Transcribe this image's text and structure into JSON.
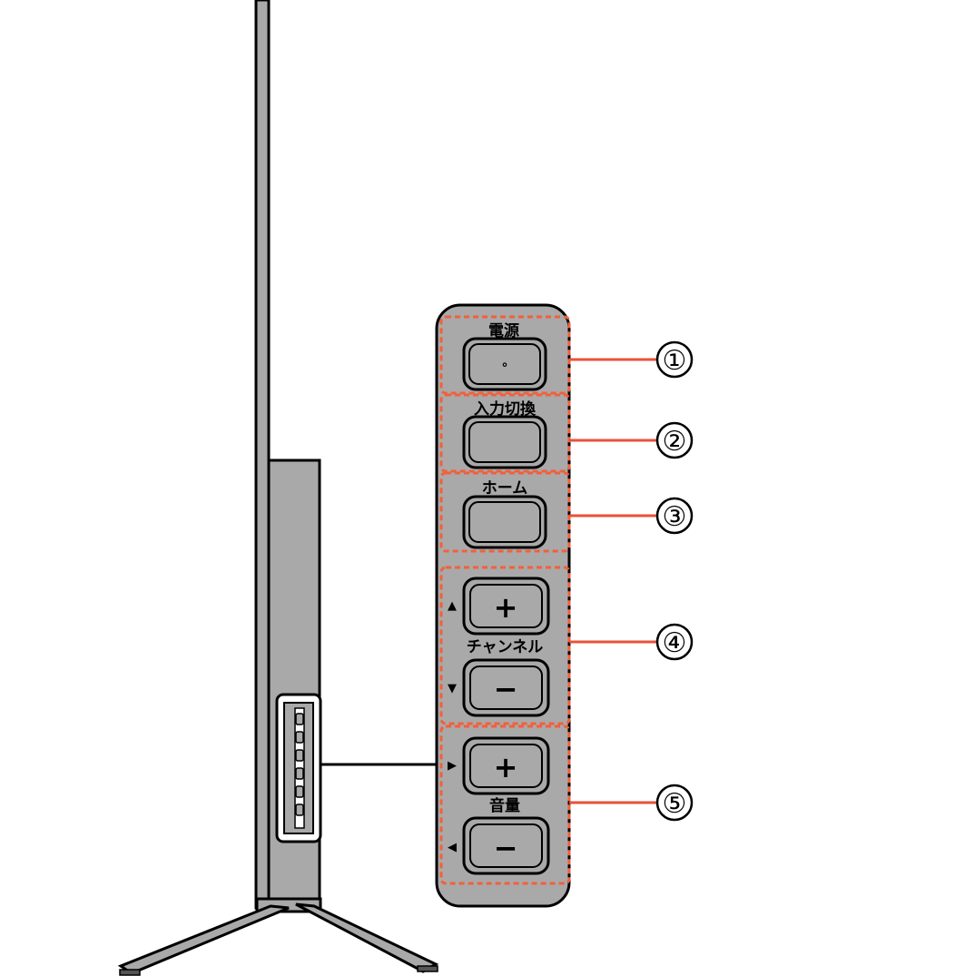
{
  "colors": {
    "panel_fill": "#a9a9a9",
    "outline": "#000000",
    "highlight_dash": "#f2603a",
    "callout_line": "#e8523a",
    "background": "#ffffff"
  },
  "buttons": {
    "power": {
      "label": "電源",
      "glyph": "°"
    },
    "input": {
      "label": "入力切換"
    },
    "home": {
      "label": "ホーム"
    },
    "channel": {
      "label": "チャンネル",
      "up_glyph": "+",
      "down_glyph": "−",
      "up_arrow": "▲",
      "down_arrow": "▼"
    },
    "volume": {
      "label": "音量",
      "up_glyph": "+",
      "down_glyph": "−",
      "up_arrow": "▶",
      "down_arrow": "◀"
    }
  },
  "callouts": [
    "①",
    "②",
    "③",
    "④",
    "⑤"
  ]
}
